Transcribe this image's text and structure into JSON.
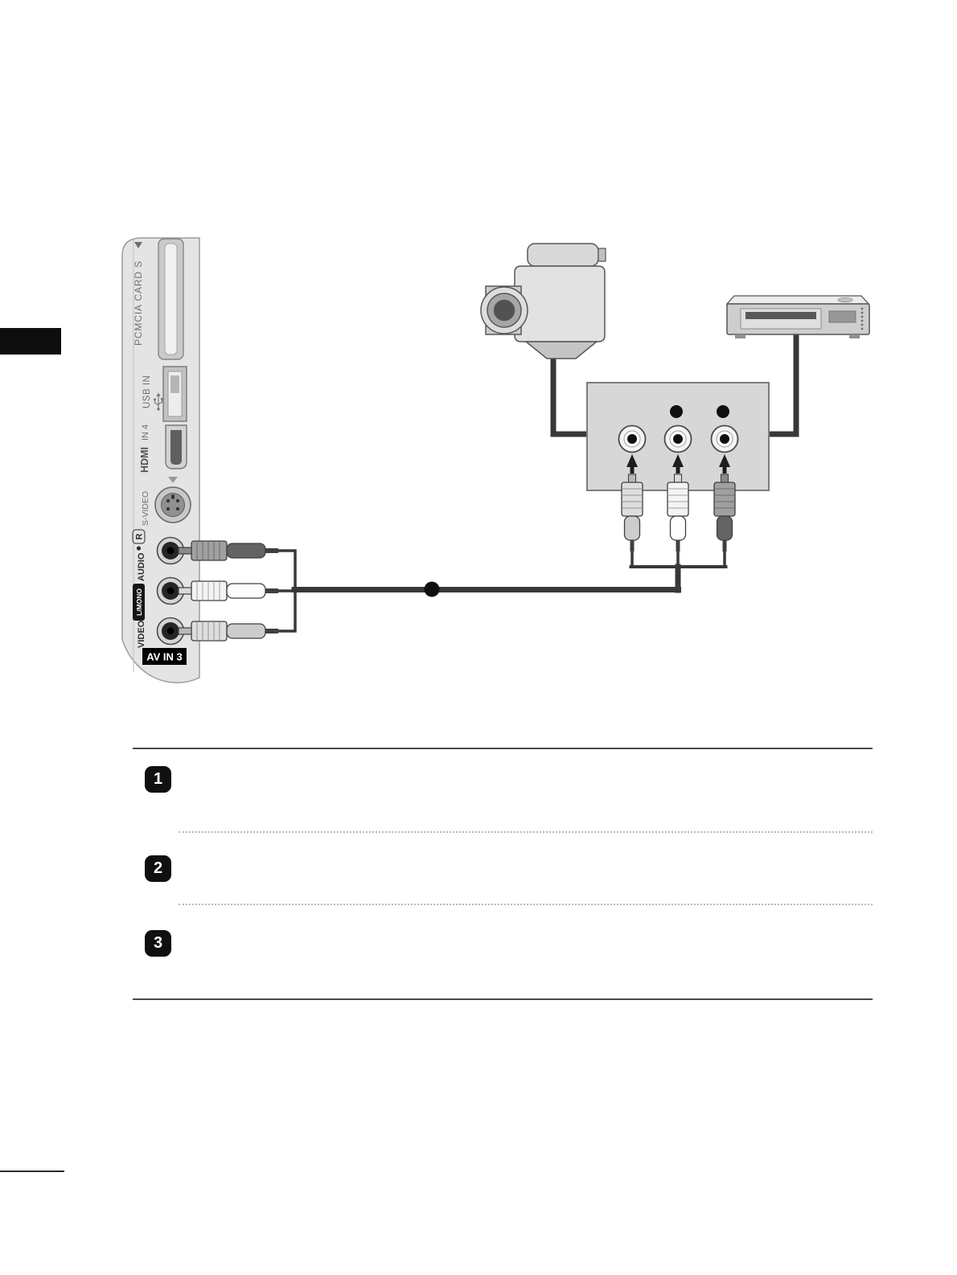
{
  "side_panel": {
    "pcmcia_label": "PCMCIA CARD S",
    "usb_label": "USB IN",
    "hdmi_logo": "HDMI",
    "hdmi_in_label": "IN 4",
    "svideo_label": "S-VIDEO",
    "audio_right_label": "R",
    "audio_label": "AUDIO",
    "audio_left_label": "L/MONO",
    "video_label": "VIDEO",
    "av_input_badge": "AV IN 3"
  },
  "diagram": {
    "icons": {
      "camcorder": "camcorder-icon",
      "vcr": "vcr-icon",
      "cable_marker": "cable-junction-dot",
      "pcmcia_arrow": "down-arrow-icon",
      "svideo_arrow": "down-arrow-icon",
      "usb_symbol": "usb-icon"
    }
  },
  "steps": [
    {
      "number": "1"
    },
    {
      "number": "2"
    },
    {
      "number": "3"
    }
  ],
  "colors": {
    "panel_fill": "#e4e4e4",
    "device_box": "#d7d7d7",
    "cable": "#383838",
    "badge": "#101010",
    "av_badge": "#000000"
  }
}
